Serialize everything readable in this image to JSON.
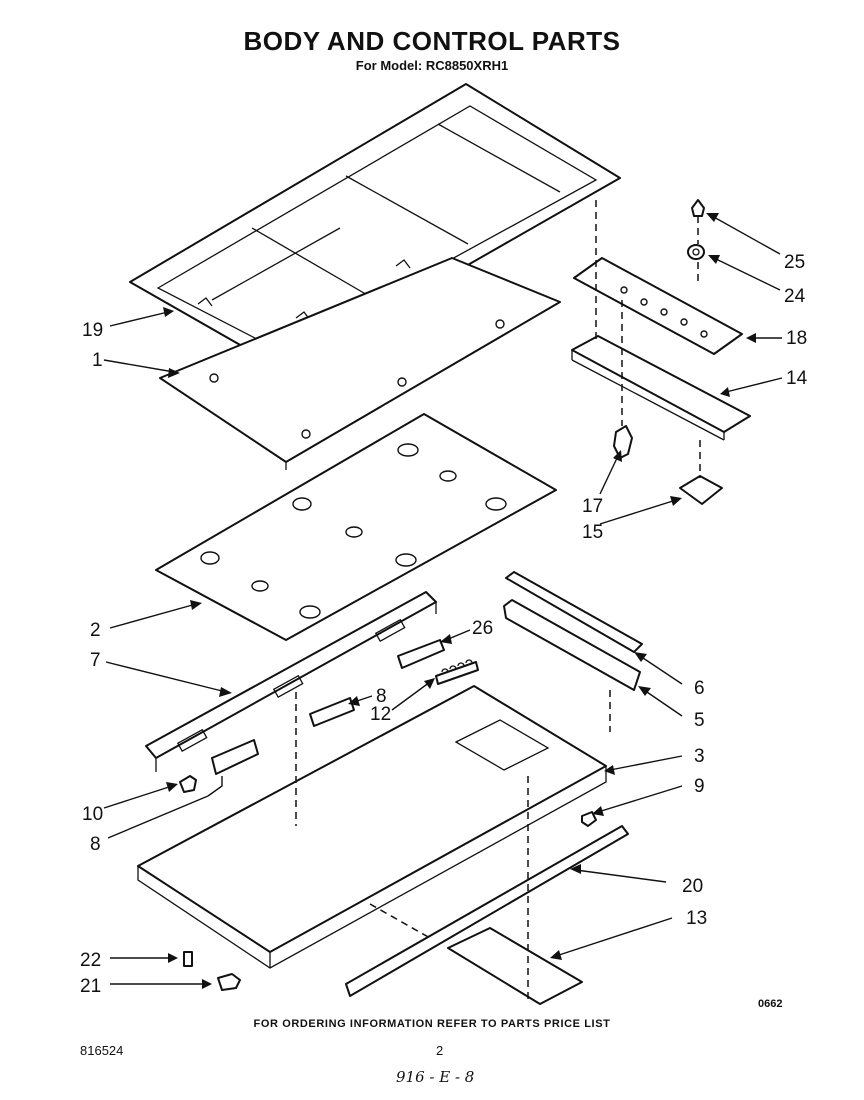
{
  "title": "BODY AND CONTROL PARTS",
  "subtitle": "For Model: RC8850XRH1",
  "footer": "FOR ORDERING INFORMATION REFER TO PARTS PRICE LIST",
  "code": "0662",
  "doc_number": "816524",
  "page_number": "2",
  "handwritten_note": "916 - E - 8",
  "callouts": [
    {
      "id": "c19",
      "label": "19"
    },
    {
      "id": "c1",
      "label": "1"
    },
    {
      "id": "c2",
      "label": "2"
    },
    {
      "id": "c7",
      "label": "7"
    },
    {
      "id": "c26",
      "label": "26"
    },
    {
      "id": "c8a",
      "label": "8"
    },
    {
      "id": "c12",
      "label": "12"
    },
    {
      "id": "c10",
      "label": "10"
    },
    {
      "id": "c8b",
      "label": "8"
    },
    {
      "id": "c25",
      "label": "25"
    },
    {
      "id": "c24",
      "label": "24"
    },
    {
      "id": "c18",
      "label": "18"
    },
    {
      "id": "c14",
      "label": "14"
    },
    {
      "id": "c17",
      "label": "17"
    },
    {
      "id": "c15",
      "label": "15"
    },
    {
      "id": "c6",
      "label": "6"
    },
    {
      "id": "c5",
      "label": "5"
    },
    {
      "id": "c3",
      "label": "3"
    },
    {
      "id": "c9",
      "label": "9"
    },
    {
      "id": "c20",
      "label": "20"
    },
    {
      "id": "c13",
      "label": "13"
    },
    {
      "id": "c22",
      "label": "22"
    },
    {
      "id": "c21",
      "label": "21"
    }
  ]
}
